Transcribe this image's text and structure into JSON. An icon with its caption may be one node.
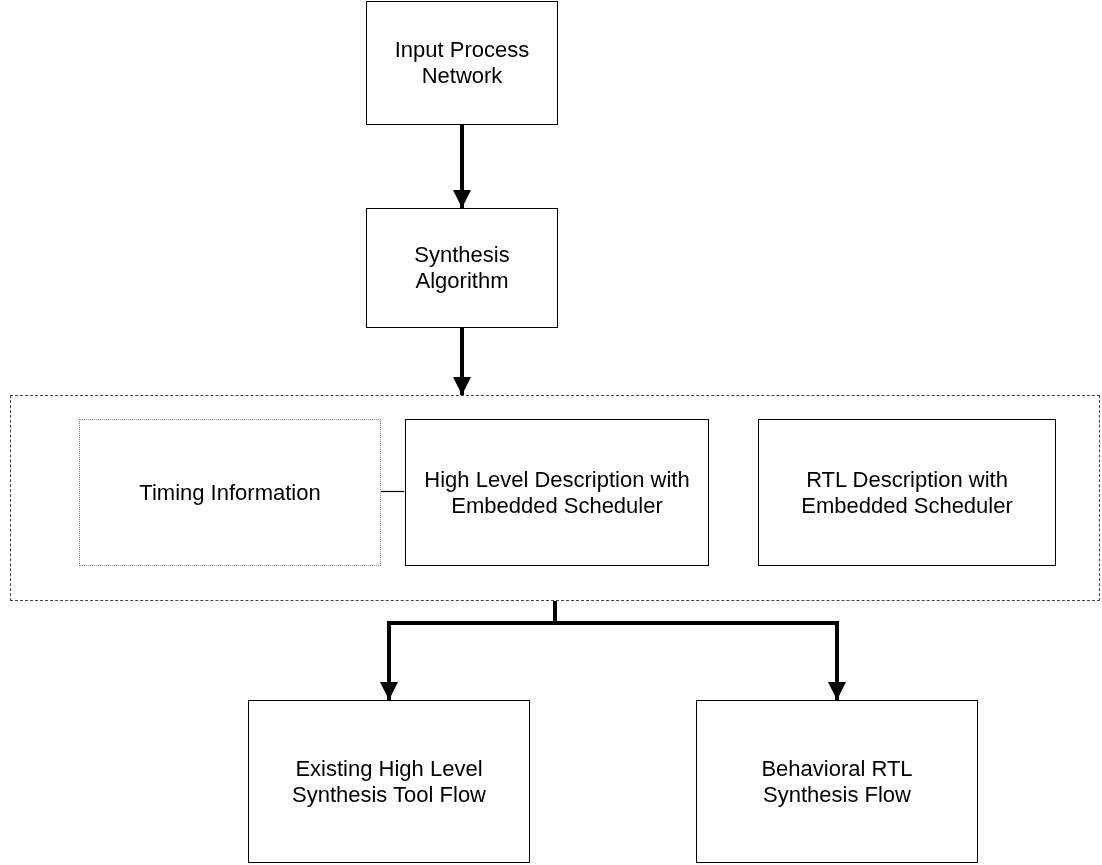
{
  "diagram": {
    "nodes": [
      {
        "text": [
          "Input Process Network"
        ]
      },
      {
        "text": [
          "Synthesis Algorithm"
        ]
      },
      {
        "text": [],
        "shape": "box"
      },
      {
        "text": [
          "Timing Information"
        ],
        "in": 2
      },
      {
        "text": [
          "High Level Description with Embedded Scheduler"
        ],
        "in": 2
      },
      {
        "text": [
          "RTL Description with Embedded Scheduler"
        ],
        "in": 2
      },
      {
        "text": [
          "Existing High Level Synthesis Tool Flow"
        ]
      },
      {
        "text": [
          "Behavioral RTL Synthesis Flow"
        ]
      }
    ],
    "edges": [
      {
        "from": 0,
        "to": 1,
        "arrow": "to"
      },
      {
        "from": 1,
        "to": 2,
        "arrow": "to"
      },
      {
        "from": 3,
        "to": 4,
        "arrow": "none"
      },
      {
        "from": 2,
        "to": 6,
        "arrow": "to"
      },
      {
        "from": 2,
        "to": 7,
        "arrow": "to"
      }
    ]
  }
}
